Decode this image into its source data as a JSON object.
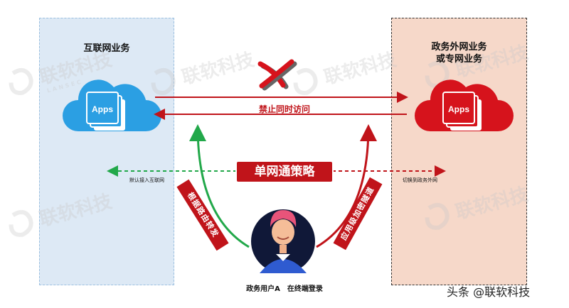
{
  "left_panel": {
    "title": "互联网业务",
    "note": "默认接入互联网",
    "app_label": "Apps",
    "cloud_color": "#2b9fe3"
  },
  "right_panel": {
    "title_line1": "政务外网业务",
    "title_line2": "或专网业务",
    "note": "切换到政务外网",
    "app_label": "Apps",
    "cloud_color": "#d6131c"
  },
  "center": {
    "ban_text": "禁止同时访问",
    "policy_label": "单网通策略",
    "left_route_label": "根据路由转发",
    "right_route_label": "应用级加密隧道",
    "user_label": "政务用户A　在终端登录"
  },
  "watermark": {
    "text": "联软科技",
    "subtext": "L A N S E C"
  },
  "footer": {
    "text": "头条 @联软科技"
  },
  "colors": {
    "accent_red": "#c0141a",
    "green": "#22a84a",
    "left_bg": "#dde9f5",
    "right_bg": "#f6d8c9"
  }
}
